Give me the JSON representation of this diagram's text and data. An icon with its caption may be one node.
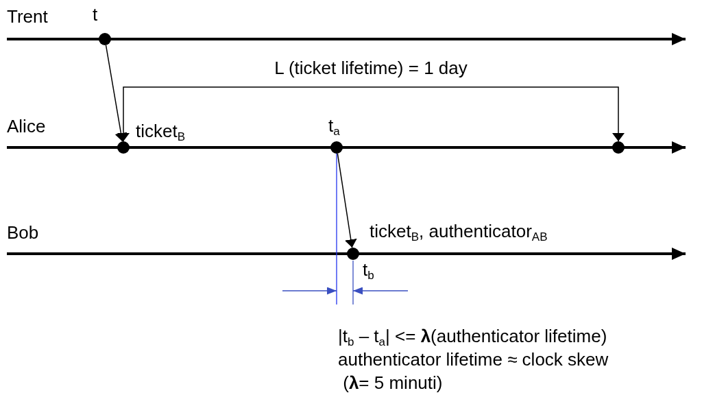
{
  "diagram": {
    "nodes": [
      {
        "text": [],
        "shape": "circle",
        "beside": [
          "t"
        ]
      },
      {
        "text": [],
        "shape": "circle",
        "beside": [
          "ticket$_{B}$"
        ]
      },
      {
        "text": [],
        "shape": "circle",
        "beside": [
          "t$_{a}$"
        ]
      },
      {
        "text": [],
        "shape": "circle"
      },
      {
        "text": [],
        "shape": "circle",
        "beside": [
          "ticket$_{B}$, authenticator$_{AB}$",
          "t$_{b}$"
        ]
      }
    ],
    "edges": [
      {
        "from": 0,
        "to": 1,
        "arrow": "to"
      },
      {
        "from": 2,
        "to": 4,
        "arrow": "to"
      },
      {
        "from": 1,
        "to": 3,
        "arrow": "both",
        "label": "L (ticket lifetime) = 1 day"
      }
    ],
    "labels": [
      "Trent",
      "Alice",
      "Bob",
      "|t$_{b}$ – t$_{a}$| <= **λ**(authenticator lifetime)",
      "authenticator lifetime ≈ clock skew",
      " (**λ**= 5 minuti)"
    ]
  }
}
